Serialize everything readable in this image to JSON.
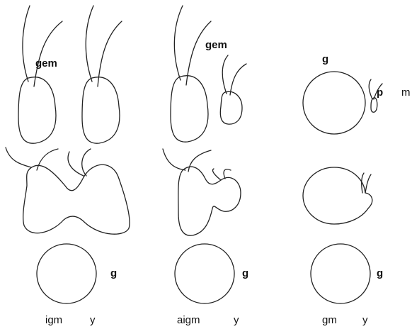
{
  "colors": {
    "stroke": "#222222",
    "text": "#111111",
    "background": "#ffffff"
  },
  "labels": {
    "gem_top_left": "gem",
    "gem_top_mid": "gem",
    "g_top_right": "g",
    "p_right": "p",
    "m_right": "m",
    "g_circle_left": "g",
    "g_circle_mid": "g",
    "g_circle_right": "g",
    "bottom_left_a": "igm",
    "bottom_left_b": "y",
    "bottom_mid_a": "aigm",
    "bottom_mid_b": "y",
    "bottom_right_a": "gm",
    "bottom_right_b": "y"
  }
}
